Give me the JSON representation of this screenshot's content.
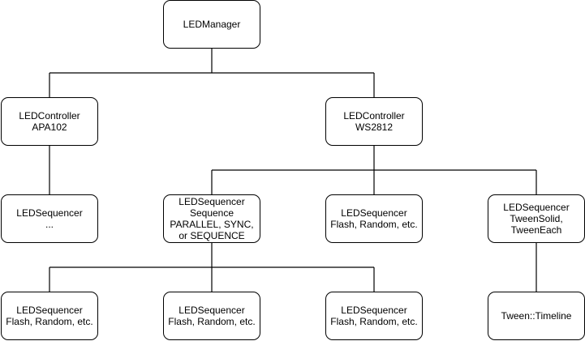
{
  "nodes": {
    "manager": {
      "lines": [
        "LEDManager"
      ]
    },
    "ctrl_apa": {
      "lines": [
        "LEDController",
        "APA102"
      ]
    },
    "ctrl_ws": {
      "lines": [
        "LEDController",
        "WS2812"
      ]
    },
    "seq_apa": {
      "lines": [
        "LEDSequencer",
        "..."
      ]
    },
    "seq_sequence": {
      "lines": [
        "LEDSequencer",
        "Sequence",
        "PARALLEL, SYNC,",
        "or SEQUENCE"
      ]
    },
    "seq_flash": {
      "lines": [
        "LEDSequencer",
        "Flash, Random, etc."
      ]
    },
    "seq_tween": {
      "lines": [
        "LEDSequencer",
        "TweenSolid,",
        "TweenEach"
      ]
    },
    "child_flash_1": {
      "lines": [
        "LEDSequencer",
        "Flash, Random, etc."
      ]
    },
    "child_flash_2": {
      "lines": [
        "LEDSequencer",
        "Flash, Random, etc."
      ]
    },
    "child_flash_3": {
      "lines": [
        "LEDSequencer",
        "Flash, Random, etc."
      ]
    },
    "timeline": {
      "lines": [
        "Tween::Timeline"
      ]
    }
  }
}
